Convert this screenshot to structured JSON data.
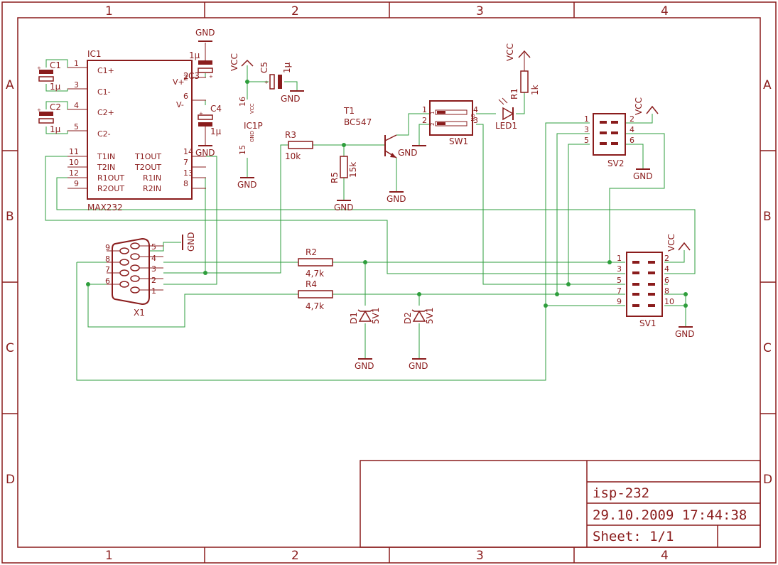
{
  "frame": {
    "columns": [
      "1",
      "2",
      "3",
      "4"
    ],
    "rows": [
      "A",
      "B",
      "C",
      "D"
    ]
  },
  "title_block": {
    "name": "isp-232",
    "date": "29.10.2009 17:44:38",
    "sheet": "Sheet: 1/1"
  },
  "colors": {
    "part": "#8a1c1c",
    "wire": "#2e9e3c",
    "text": "#8a1c1c"
  },
  "parts": {
    "ic1": {
      "name": "IC1",
      "value": "MAX232",
      "left_pins": [
        {
          "num": "1",
          "label": "C1+"
        },
        {
          "num": "3",
          "label": "C1-"
        },
        {
          "num": "4",
          "label": "C2+"
        },
        {
          "num": "5",
          "label": "C2-"
        },
        {
          "num": "11",
          "label": "T1IN"
        },
        {
          "num": "10",
          "label": "T2IN"
        },
        {
          "num": "12",
          "label": "R1OUT"
        },
        {
          "num": "9",
          "label": "R2OUT"
        }
      ],
      "right_pins": [
        {
          "num": "2",
          "label": "V+"
        },
        {
          "num": "6",
          "label": "V-"
        },
        {
          "num": "14",
          "label": "T1OUT"
        },
        {
          "num": "7",
          "label": "T2OUT"
        },
        {
          "num": "13",
          "label": "R1IN"
        },
        {
          "num": "8",
          "label": "R2IN"
        }
      ]
    },
    "c1": {
      "name": "C1",
      "value": "1µ"
    },
    "c2": {
      "name": "C2",
      "value": "1µ"
    },
    "c3": {
      "name": "C3",
      "value": "1µ",
      "pin": "2"
    },
    "c4": {
      "name": "C4",
      "value": "1µ"
    },
    "c5": {
      "name": "C5",
      "value": "1µ"
    },
    "ic1p": {
      "name": "IC1P",
      "pin_vcc": "16",
      "pin_gnd": "15",
      "vcc": "VCC",
      "gnd": "GND"
    },
    "r1": {
      "name": "R1",
      "value": "1k"
    },
    "r2": {
      "name": "R2",
      "value": "4,7k"
    },
    "r3": {
      "name": "R3",
      "value": "10k"
    },
    "r4": {
      "name": "R4",
      "value": "4,7k"
    },
    "r5": {
      "name": "R5",
      "value": "15k"
    },
    "t1": {
      "name": "T1",
      "value": "BC547"
    },
    "sw1": {
      "name": "SW1",
      "on": "ON",
      "pins": [
        "1",
        "2",
        "4",
        "3"
      ],
      "switch_nums": [
        "1",
        "2"
      ]
    },
    "led1": {
      "name": "LED1"
    },
    "d1": {
      "name": "D1",
      "value": "5V1"
    },
    "d2": {
      "name": "D2",
      "value": "5V1"
    },
    "x1": {
      "name": "X1",
      "left_pins": [
        "9",
        "8",
        "7",
        "6"
      ],
      "right_pins": [
        "5",
        "4",
        "3",
        "2",
        "1"
      ]
    },
    "sv1": {
      "name": "SV1",
      "left_pins": [
        "1",
        "3",
        "5",
        "7",
        "9"
      ],
      "right_pins": [
        "2",
        "4",
        "6",
        "8",
        "10"
      ]
    },
    "sv2": {
      "name": "SV2",
      "left_pins": [
        "1",
        "3",
        "5"
      ],
      "right_pins": [
        "2",
        "4",
        "6"
      ]
    }
  },
  "supply": {
    "vcc": "VCC",
    "gnd": "GND"
  }
}
